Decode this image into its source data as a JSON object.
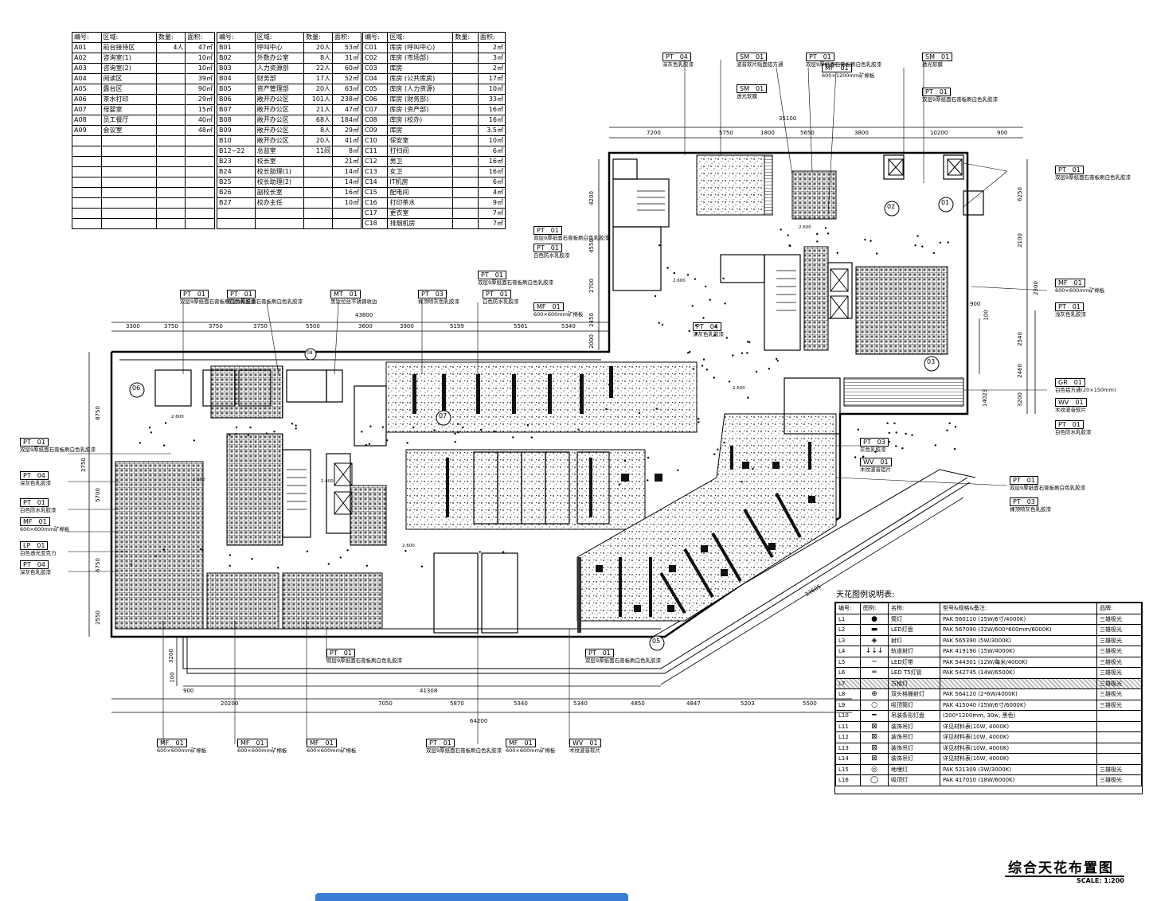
{
  "schedule": {
    "headers": [
      "编号:",
      "区域:",
      "数量:",
      "面积:"
    ],
    "table_a": [
      [
        "A01",
        "前台接待区",
        "4人",
        "47㎡"
      ],
      [
        "A02",
        "咨询室(1)",
        "",
        "10㎡"
      ],
      [
        "A03",
        "咨询室(2)",
        "",
        "10㎡"
      ],
      [
        "A04",
        "阅读区",
        "",
        "39㎡"
      ],
      [
        "A05",
        "露台区",
        "",
        "90㎡"
      ],
      [
        "A06",
        "茶水打印",
        "",
        "29㎡"
      ],
      [
        "A07",
        "母婴室",
        "",
        "15㎡"
      ],
      [
        "A08",
        "员工餐厅",
        "",
        "40㎡"
      ],
      [
        "A09",
        "会议室",
        "",
        "48㎡"
      ]
    ],
    "table_b": [
      [
        "B01",
        "呼叫中心",
        "20人",
        "53㎡"
      ],
      [
        "B02",
        "外数办公室",
        "8人",
        "31㎡"
      ],
      [
        "B03",
        "人力资源部",
        "22人",
        "60㎡"
      ],
      [
        "B04",
        "财务部",
        "17人",
        "52㎡"
      ],
      [
        "B05",
        "资产管理部",
        "20人",
        "63㎡"
      ],
      [
        "B06",
        "敞开办公区",
        "101人",
        "238㎡"
      ],
      [
        "B07",
        "敞开办公区",
        "21人",
        "47㎡"
      ],
      [
        "B08",
        "敞开办公区",
        "68人",
        "184㎡"
      ],
      [
        "B09",
        "敞开办公区",
        "8人",
        "29㎡"
      ],
      [
        "B10",
        "敞开办公区",
        "20人",
        "41㎡"
      ],
      [
        "B12~22",
        "总监室",
        "11间",
        "8㎡"
      ],
      [
        "B23",
        "校长室",
        "",
        "21㎡"
      ],
      [
        "B24",
        "校长助理(1)",
        "",
        "14㎡"
      ],
      [
        "B25",
        "校长助理(2)",
        "",
        "14㎡"
      ],
      [
        "B26",
        "副校长室",
        "",
        "16㎡"
      ],
      [
        "B27",
        "校办主任",
        "",
        "10㎡"
      ]
    ],
    "table_c": [
      [
        "C01",
        "库房 (呼叫中心)",
        "",
        "2㎡"
      ],
      [
        "C02",
        "库房 (市场部)",
        "",
        "3㎡"
      ],
      [
        "C03",
        "库房",
        "",
        "2㎡"
      ],
      [
        "C04",
        "库房 (公共库房)",
        "",
        "17㎡"
      ],
      [
        "C05",
        "库房 (人力资源)",
        "",
        "10㎡"
      ],
      [
        "C06",
        "库房 (财务部)",
        "",
        "33㎡"
      ],
      [
        "C07",
        "库房 (资产部)",
        "",
        "16㎡"
      ],
      [
        "C08",
        "库房 (校办)",
        "",
        "16㎡"
      ],
      [
        "C09",
        "库房",
        "",
        "3.5㎡"
      ],
      [
        "C10",
        "保安室",
        "",
        "10㎡"
      ],
      [
        "C11",
        "打扫间",
        "",
        "6㎡"
      ],
      [
        "C12",
        "男卫",
        "",
        "16㎡"
      ],
      [
        "C13",
        "女卫",
        "",
        "16㎡"
      ],
      [
        "C14",
        "IT机房",
        "",
        "6㎡"
      ],
      [
        "C15",
        "配电间",
        "",
        "4㎡"
      ],
      [
        "C16",
        "打印茶水",
        "",
        "9㎡"
      ],
      [
        "C17",
        "更衣室",
        "",
        "7㎡"
      ],
      [
        "C18",
        "排烟机房",
        "",
        "7㎡"
      ]
    ]
  },
  "tags": {
    "t1": {
      "code": "PT",
      "num": "04",
      "note": "深灰色乳胶漆"
    },
    "t2": {
      "code": "SM",
      "num": "01",
      "note": "波音软片贴面铝方通"
    },
    "t3": {
      "code": "PT",
      "num": "01",
      "note": "双层9厚纸面石膏板刷白色乳胶漆"
    },
    "t4": {
      "code": "SM",
      "num": "01",
      "note": "透光软膜"
    },
    "t5": {
      "code": "MF",
      "num": "01",
      "note": "600×1200mm矿棉板"
    },
    "t6": {
      "code": "SM",
      "num": "01",
      "note": "透光软膜"
    },
    "t7": {
      "code": "PT",
      "num": "01",
      "note": "双层9厚纸面石膏板刷白色乳胶漆"
    },
    "t8": {
      "code": "PT",
      "num": "01",
      "note": "双层9厚纸面石膏板刷白色乳胶漆"
    },
    "t9": {
      "code": "PT",
      "num": "01",
      "note": "双层9厚纸面石膏板刷白色乳胶漆"
    },
    "t10": {
      "code": "PT",
      "num": "01",
      "note": "白色防水乳胶漆"
    },
    "t11": {
      "code": "PT",
      "num": "01",
      "note": "双层9厚纸面石膏板刷白色乳胶漆"
    },
    "t12": {
      "code": "PT",
      "num": "01",
      "note": "双层9厚纸面石膏板刷白色乳胶漆"
    },
    "t13": {
      "code": "MT",
      "num": "01",
      "note": "黑钛拉丝不锈钢收边"
    },
    "t14": {
      "code": "PT",
      "num": "03",
      "note": "裸顶喷灰色乳胶漆"
    },
    "t15": {
      "code": "PT",
      "num": "01",
      "note": "白色防水乳胶漆"
    },
    "t16": {
      "code": "MF",
      "num": "01",
      "note": "600×600mm矿棉板"
    },
    "t17": {
      "code": "PT",
      "num": "04",
      "note": "深灰色乳胶漆"
    },
    "t18": {
      "code": "PT",
      "num": "01",
      "note": "双层9厚纸面石膏板刷白色乳胶漆"
    },
    "t19": {
      "code": "MF",
      "num": "01",
      "note": "600×600mm矿棉板"
    },
    "t20": {
      "code": "PT",
      "num": "01",
      "note": "浅灰色乳胶漆"
    },
    "t21": {
      "code": "GR",
      "num": "01",
      "note": "白色铝方通(20×150mm)"
    },
    "t22": {
      "code": "WV",
      "num": "01",
      "note": "木纹波音软片"
    },
    "t23": {
      "code": "PT",
      "num": "01",
      "note": "白色防水乳胶漆"
    },
    "t24": {
      "code": "PT",
      "num": "03",
      "note": "灰色乳胶漆"
    },
    "t25": {
      "code": "WV",
      "num": "01",
      "note": "木纹波音铝片"
    },
    "t26": {
      "code": "PT",
      "num": "01",
      "note": "双层9厚纸面石膏板刷白色乳胶漆"
    },
    "t27": {
      "code": "PT",
      "num": "03",
      "note": "裸顶喷灰色乳胶漆"
    },
    "t28": {
      "code": "PT",
      "num": "01",
      "note": "双层9厚纸面石膏板刷白色乳胶漆"
    },
    "t29": {
      "code": "PT",
      "num": "04",
      "note": "深灰色乳胶漆"
    },
    "t30": {
      "code": "PT",
      "num": "01",
      "note": "白色防水乳胶漆"
    },
    "t31": {
      "code": "MF",
      "num": "01",
      "note": "600×600mm矿棉板"
    },
    "t32": {
      "code": "LP",
      "num": "01",
      "note": "白色透光亚克力"
    },
    "t33": {
      "code": "PT",
      "num": "04",
      "note": "深灰色乳胶漆"
    },
    "t34": {
      "code": "PT",
      "num": "01",
      "note": "双层9厚纸面石膏板刷白色乳胶漆"
    },
    "t35": {
      "code": "PT",
      "num": "01",
      "note": "双层9厚纸面石膏板刷白色乳胶漆"
    },
    "t36": {
      "code": "MF",
      "num": "01",
      "note": "600×600mm矿棉板"
    },
    "t37": {
      "code": "MF",
      "num": "01",
      "note": "600×600mm矿棉板"
    },
    "t38": {
      "code": "MF",
      "num": "01",
      "note": "600×600mm矿棉板"
    },
    "t39": {
      "code": "PT",
      "num": "01",
      "note": "双层9厚纸面石膏板刷白色乳胶漆"
    },
    "t40": {
      "code": "MF",
      "num": "01",
      "note": "600×600mm矿棉板"
    },
    "t41": {
      "code": "WV",
      "num": "01",
      "note": "木纹波音软片"
    }
  },
  "dimensions": {
    "top_right": [
      "7200",
      "5750",
      "1800",
      "5650",
      "3800",
      "10200",
      "900"
    ],
    "top_right_total": "35100",
    "top_left": [
      "3300",
      "3750",
      "3750",
      "3750",
      "5500",
      "3600",
      "3900",
      "5199",
      "5561",
      "5340"
    ],
    "top_left_total": "43800",
    "bottom": [
      "20200",
      "7050",
      "5870",
      "5340",
      "5340",
      "4850",
      "4847",
      "5203",
      "5500"
    ],
    "bottom_sub": "41308",
    "bottom_total": "64200",
    "bottom_900": "900",
    "left_side": [
      "8750",
      "2750",
      "5700",
      "6750",
      "2550"
    ],
    "left_lower": [
      "3200",
      "100"
    ],
    "mid_vertical": [
      "4200",
      "4550",
      "2700",
      "2450",
      "2000"
    ],
    "right_side": [
      "6250",
      "2100",
      "2300",
      "2540",
      "2460",
      "3200"
    ],
    "right_total": "14023",
    "right_small": [
      "900",
      "100"
    ],
    "diagonal": "33605",
    "elevations": [
      "2.600",
      "2.600",
      "2.600",
      "2.400",
      "2.600",
      "2.600",
      "2.600"
    ]
  },
  "legend": {
    "title": "天花图例说明表:",
    "headers": [
      "编号:",
      "图例:",
      "名称:",
      "型号&规格&备注:",
      "品牌:"
    ],
    "rows": [
      [
        "L1",
        "●",
        "筒灯",
        "PAK 560110 (15W/6寸/4000K)",
        "三雄极光"
      ],
      [
        "L2",
        "▬",
        "LED灯盘",
        "PAK 567090 (32W/600*600mm/6000K)",
        "三雄极光"
      ],
      [
        "L3",
        "◈",
        "射灯",
        "PAK 565390 (5W/3000K)",
        "三雄极光"
      ],
      [
        "L4",
        "↓↓↓",
        "轨道射灯",
        "PAK 419190 (15W/4000K)",
        "三雄极光"
      ],
      [
        "L5",
        "─",
        "LED灯带",
        "PAK 544301 (12W/每米/4000K)",
        "三雄极光"
      ],
      [
        "L6",
        "═",
        "LED T5灯管",
        "PAK 542745 (14W/6500K)",
        "三雄极光"
      ],
      [
        "L7",
        "",
        "方格灯",
        "",
        "三雄极光"
      ],
      [
        "L8",
        "⊕",
        "双头格栅射灯",
        "PAK 564120 (2*6W/4000K)",
        "三雄极光"
      ],
      [
        "L9",
        "○",
        "吸顶筒灯",
        "PAK 415040 (15W/6寸/6000K)",
        "三雄极光"
      ],
      [
        "L10",
        "━",
        "吊装条形灯盘",
        "(200*1200mm, 30w, 黑色)",
        ""
      ],
      [
        "L11",
        "⊠",
        "装饰吊灯",
        "详见材料表(10W, 4000K)",
        ""
      ],
      [
        "L12",
        "⊠",
        "装饰吊灯",
        "详见材料表(10W, 4000K)",
        ""
      ],
      [
        "L13",
        "⊠",
        "装饰吊灯",
        "详见材料表(10W, 4000K)",
        ""
      ],
      [
        "L14",
        "⊠",
        "装饰吊灯",
        "详见材料表(10W, 4000K)",
        ""
      ],
      [
        "L15",
        "◎",
        "地埋灯",
        "PAK 521309 (3W/3000K)",
        "三雄极光"
      ],
      [
        "L16",
        "◯",
        "吸顶灯",
        "PAK 417010 (18W/6000K)",
        "三雄极光"
      ]
    ]
  },
  "drawing": {
    "title": "综合天花布置图",
    "scale": "SCALE: 1:200",
    "labels": [
      "06",
      "07",
      "02",
      "01",
      "03",
      "05",
      "08"
    ]
  },
  "colors": {
    "ink": "#000000",
    "hatch": "#555555",
    "accent": "#3a7dd6"
  }
}
